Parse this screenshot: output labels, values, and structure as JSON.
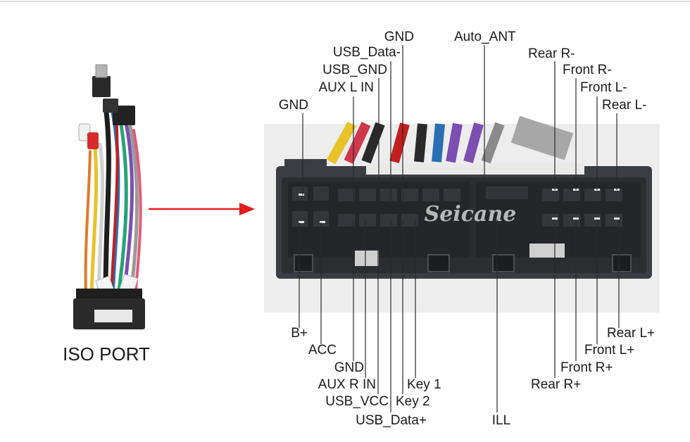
{
  "title": "ISO PORT",
  "watermark": "Seicane",
  "colors": {
    "arrow": "#e31d1d",
    "connector_body": "#3a3d42",
    "connector_face": "#2b2d31",
    "photo_bg": "#ededed",
    "label_text": "#1a1a1a"
  },
  "pins_top": [
    {
      "id": "gnd-top",
      "label": "GND"
    },
    {
      "id": "aux-l-in",
      "label": "AUX L IN"
    },
    {
      "id": "usb-gnd",
      "label": "USB_GND"
    },
    {
      "id": "usb-data-minus",
      "label": "USB_Data-"
    },
    {
      "id": "gnd-top2",
      "label": "GND"
    },
    {
      "id": "auto-ant",
      "label": "Auto_ANT"
    },
    {
      "id": "rear-r-minus",
      "label": "Rear R-"
    },
    {
      "id": "front-r-minus",
      "label": "Front R-"
    },
    {
      "id": "front-l-minus",
      "label": "Front L-"
    },
    {
      "id": "rear-l-minus",
      "label": "Rear L-"
    }
  ],
  "pins_bottom": [
    {
      "id": "b-plus",
      "label": "B+"
    },
    {
      "id": "acc",
      "label": "ACC"
    },
    {
      "id": "gnd-bottom",
      "label": "GND"
    },
    {
      "id": "aux-r-in",
      "label": "AUX R IN"
    },
    {
      "id": "usb-vcc",
      "label": "USB_VCC"
    },
    {
      "id": "usb-data-plus",
      "label": "USB_Data+"
    },
    {
      "id": "key-2",
      "label": "Key 2"
    },
    {
      "id": "key-1",
      "label": "Key 1"
    },
    {
      "id": "ill",
      "label": "ILL"
    },
    {
      "id": "rear-r-plus",
      "label": "Rear R+"
    },
    {
      "id": "front-r-plus",
      "label": "Front R+"
    },
    {
      "id": "front-l-plus",
      "label": "Front L+"
    },
    {
      "id": "rear-l-plus",
      "label": "Rear L+"
    }
  ]
}
